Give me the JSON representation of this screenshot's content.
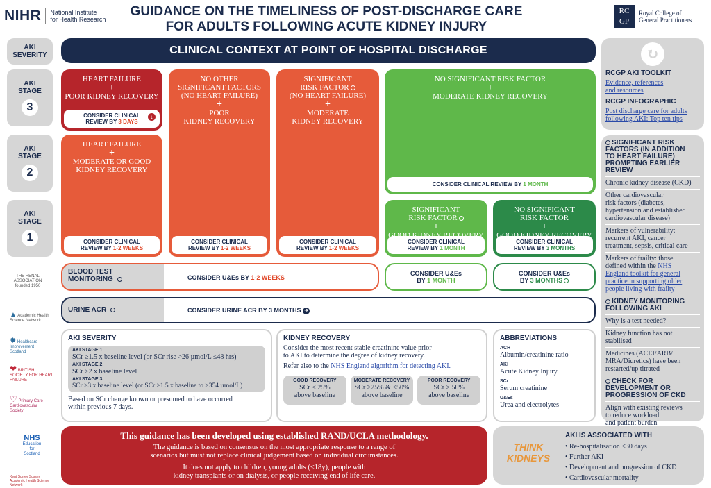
{
  "header": {
    "nihr_mark": "NIHR",
    "nihr_sub_1": "National Institute",
    "nihr_sub_2": "for Health Research",
    "title_line1": "GUIDANCE ON THE TIMELINESS OF POST-DISCHARGE CARE",
    "title_line2": "FOR ADULTS FOLLOWING ACUTE KIDNEY INJURY",
    "rcgp_mark_1": "RC",
    "rcgp_mark_2": "GP",
    "rcgp_name_1": "Royal College of",
    "rcgp_name_2": "General Practitioners"
  },
  "side": {
    "severity_1": "AKI",
    "severity_2": "SEVERITY",
    "stage_label_1": "AKI",
    "stage_label_2": "STAGE",
    "stage3": "3",
    "stage2": "2",
    "stage1": "1"
  },
  "clinical_context": "CLINICAL CONTEXT AT POINT OF HOSPITAL DISCHARGE",
  "cards": {
    "hf_poor": {
      "l1": "HEART FAILURE",
      "plus": "+",
      "l2": "POOR KIDNEY RECOVERY",
      "foot_a": "CONSIDER CLINICAL",
      "foot_b": "REVIEW BY",
      "foot_hl": "3 DAYS"
    },
    "hf_good": {
      "l1": "HEART FAILURE",
      "plus": "+",
      "l2": "MODERATE OR GOOD",
      "l3": "KIDNEY RECOVERY",
      "foot_a": "CONSIDER CLINICAL",
      "foot_b": "REVIEW BY",
      "foot_hl": "1-2 WEEKS"
    },
    "no_other": {
      "l1": "NO OTHER",
      "l2": "SIGNIFICANT FACTORS",
      "l3": "(NO HEART FAILURE)",
      "plus": "+",
      "l4": "POOR",
      "l5": "KIDNEY RECOVERY",
      "foot_a": "CONSIDER CLINICAL",
      "foot_b": "REVIEW BY",
      "foot_hl": "1-2 WEEKS"
    },
    "sig_risk": {
      "l1": "SIGNIFICANT",
      "l2": "RISK FACTOR",
      "l3": "(NO HEART FAILURE)",
      "plus": "+",
      "l4": "MODERATE",
      "l5": "KIDNEY RECOVERY",
      "foot_a": "CONSIDER CLINICAL",
      "foot_b": "REVIEW BY",
      "foot_hl": "1-2 WEEKS"
    },
    "no_sig_mod": {
      "l1": "NO SIGNIFICANT RISK FACTOR",
      "plus": "+",
      "l2": "MODERATE KIDNEY RECOVERY",
      "foot_a": "CONSIDER CLINICAL REVIEW BY",
      "foot_hl": "1 MONTH"
    },
    "sig_good": {
      "l1": "SIGNIFICANT",
      "l2": "RISK FACTOR",
      "plus": "+",
      "l3": "GOOD KIDNEY RECOVERY",
      "foot_a": "CONSIDER CLINICAL",
      "foot_b": "REVIEW BY",
      "foot_hl": "1 MONTH"
    },
    "nosig_good": {
      "l1": "NO SIGNIFICANT",
      "l2": "RISK FACTOR",
      "plus": "+",
      "l3": "GOOD KIDNEY RECOVERY",
      "foot_a": "CONSIDER CLINICAL",
      "foot_b": "REVIEW BY",
      "foot_hl": "3 MONTHS"
    }
  },
  "blood": {
    "label_1": "BLOOD TEST",
    "label_2": "MONITORING",
    "main_a": "CONSIDER U&Es BY",
    "main_hl": "1-2 WEEKS",
    "g1_a": "CONSIDER U&Es",
    "g1_b": "BY",
    "g1_hl": "1 MONTH",
    "g2_a": "CONSIDER U&Es",
    "g2_b": "BY",
    "g2_hl": "3 MONTHS"
  },
  "urine": {
    "label": "URINE ACR",
    "text": "CONSIDER URINE ACR BY 3 MONTHS"
  },
  "right": {
    "toolkit_title": "RCGP AKI TOOLKIT",
    "toolkit_link_1": "Evidence, references",
    "toolkit_link_2": "and resources",
    "info_title": "RCGP INFOGRAPHIC",
    "info_link_1": "Post discharge care for adults",
    "info_link_2": "following AKI: Top ten tips",
    "srf_title_1": "SIGNIFICANT RISK",
    "srf_title_2": "FACTORS (IN ADDITION",
    "srf_title_3": "TO HEART FAILURE)",
    "srf_title_4": "PROMPTING EARLIER",
    "srf_title_5": "REVIEW",
    "srf_1": "Chronic kidney disease (CKD)",
    "srf_2a": "Other cardiovascular",
    "srf_2b": "risk factors (diabetes,",
    "srf_2c": "hypertension and established",
    "srf_2d": "cardiovascular disease)",
    "srf_3a": "Markers of vulnerability:",
    "srf_3b": "recurrent AKI, cancer",
    "srf_3c": "treatment, sepsis, critical care",
    "srf_4a": "Markers of frailty: those",
    "srf_4b": "defined within the",
    "srf_4link1": "NHS",
    "srf_4link2": "England toolkit for general",
    "srf_4link3": "practice in supporting older",
    "srf_4link4": "people living with frailty",
    "km_title_1": "KIDNEY MONITORING",
    "km_title_2": "FOLLOWING AKI",
    "km_1": "Why is a test needed?",
    "km_2a": "Kidney function has not",
    "km_2b": "stabilised",
    "km_3a": "Medicines (ACEI/ARB/",
    "km_3b": "MRA/Diuretics) have been",
    "km_3c": "restarted/up titrated",
    "ckd_title_1": "CHECK FOR",
    "ckd_title_2": "DEVELOPMENT OR",
    "ckd_title_3": "PROGRESSION OF CKD",
    "ckd_1a": "Align with existing reviews",
    "ckd_1b": "to reduce workload",
    "ckd_1c": "and patient burden"
  },
  "severity": {
    "title": "AKI SEVERITY",
    "s1_label": "AKI STAGE 1",
    "s1_text": "SCr ≥1.5 x baseline level (or SCr rise >26 µmol/L ≤48 hrs)",
    "s2_label": "AKI STAGE 2",
    "s2_text": "SCr ≥2 x baseline level",
    "s3_label": "AKI STAGE 3",
    "s3_text": "SCr ≥3 x baseline level (or SCr ≥1.5 x baseline to >354 µmol/L)",
    "note_1": "Based on SCr change known or presumed to have occurred",
    "note_2": "within previous 7 days."
  },
  "recovery": {
    "title": "KIDNEY RECOVERY",
    "text_1": "Consider the most recent stable creatinine value prior",
    "text_2": "to AKI to determine the degree of kidney recovery.",
    "text_3a": "Refer also to the",
    "text_3link": "NHS England algorithm for detecting AKI.",
    "good_label": "GOOD RECOVERY",
    "good_1": "SCr ≤ 25%",
    "good_2": "above baseline",
    "mod_label": "MODERATE RECOVERY",
    "mod_1": "SCr >25% & <50%",
    "mod_2": "above baseline",
    "poor_label": "POOR RECOVERY",
    "poor_1": "SCr ≥ 50%",
    "poor_2": "above baseline"
  },
  "abbrev": {
    "title": "ABBREVIATIONS",
    "acr_k": "ACR",
    "acr_v": "Albumin/creatinine ratio",
    "aki_k": "AKI",
    "aki_v": "Acute Kidney Injury",
    "scr_k": "SCr",
    "scr_v": "Serum creatinine",
    "ue_k": "U&Es",
    "ue_v": "Urea and electrolytes"
  },
  "method": {
    "title": "This guidance has been developed using established RAND/UCLA methodology.",
    "p1a": "The guidance is based on consensus on the most appropriate response to a range of",
    "p1b": "scenarios but must not replace clinical judgement based on individual circumstances.",
    "p2a": "It does not apply to children, young adults (<18y), people with",
    "p2b": "kidney transplants or on dialysis, or people receiving end of life care."
  },
  "assoc": {
    "think_1": "THINK",
    "think_2": "KIDNEYS",
    "title": "AKI IS ASSOCIATED WITH",
    "items": [
      "Re-hospitalisation <30 days",
      "Further AKI",
      "Development and progression of CKD",
      "Cardiovascular mortality"
    ]
  },
  "logos": {
    "renal_1": "THE RENAL",
    "renal_2": "ASSOCIATION",
    "renal_3": "founded 1950",
    "ahsn_1": "Academic Health",
    "ahsn_2": "Science Network",
    "his_1": "Healthcare",
    "his_2": "Improvement",
    "his_3": "Scotland",
    "bsh_1": "BRITISH",
    "bsh_2": "SOCIETY FOR",
    "bsh_3": "HEART",
    "bsh_4": "FAILURE",
    "pccs_1": "Primary Care",
    "pccs_2": "Cardiovascular",
    "pccs_3": "Society",
    "nhs_1": "NHS",
    "nhs_2": "Education",
    "nhs_3": "for",
    "nhs_4": "Scotland",
    "kss_1": "Kent Surrey Sussex",
    "kss_2": "Academic Health Science",
    "kss_3": "Network"
  },
  "colors": {
    "navy": "#1b2b4c",
    "red": "#b6252b",
    "orange": "#e65b3a",
    "green": "#5fb84a",
    "dark_green": "#2c8a49",
    "grey": "#d6d6d6"
  }
}
